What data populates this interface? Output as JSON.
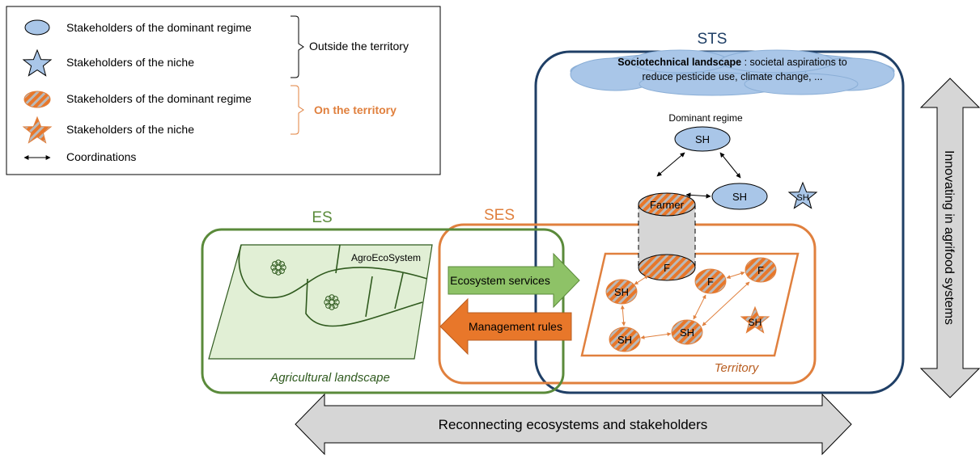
{
  "legend": {
    "rows": [
      {
        "label": "Stakeholders of the dominant regime"
      },
      {
        "label": "Stakeholders of the niche"
      },
      {
        "label": "Stakeholders of the dominant regime"
      },
      {
        "label": "Stakeholders of the niche"
      },
      {
        "label": "Coordinations"
      }
    ],
    "group_outside": "Outside the territory",
    "group_on": "On the territory"
  },
  "systems": {
    "sts_label": "STS",
    "ses_label": "SES",
    "es_label": "ES"
  },
  "landscape": {
    "title_bold": "Sociotechnical landscape",
    "title_rest": " : societal aspirations to",
    "line2": "reduce pesticide use, climate change, ..."
  },
  "regime": {
    "label": "Dominant regime",
    "sh": "SH",
    "niche_sh": "SH",
    "farmer": "Farmer"
  },
  "territory": {
    "label": "Territory",
    "farmer_short": "F",
    "sh": "SH"
  },
  "agro": {
    "ecosystem_label": "AgroEcoSystem",
    "landscape_label": "Agricultural landscape"
  },
  "arrows": {
    "ecosystem_services": "Ecosystem services",
    "management_rules": "Management rules",
    "reconnecting": "Reconnecting ecosystems and stakeholders",
    "innovating": "Innovating in agrifood systems"
  },
  "colors": {
    "blue_fill": "#a9c6e8",
    "navy": "#1f3f66",
    "orange": "#e0803e",
    "orange_dark": "#e8772a",
    "green": "#5a8a3a",
    "green_fill": "#e1efd5",
    "green_arrow": "#8ec267",
    "grey": "#d6d6d6"
  }
}
